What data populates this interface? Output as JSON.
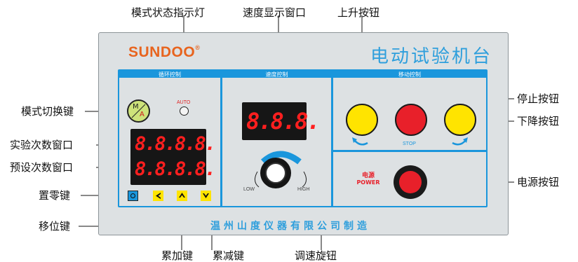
{
  "panel": {
    "brand": "SUNDOO",
    "brand_mark": "®",
    "title": "电动试验机台",
    "footer": "温州山度仪器有限公司制造"
  },
  "sections": {
    "cycle": "循环控制",
    "speed": "速度控制",
    "move": "移动控制"
  },
  "controls": {
    "mode_switch_letters": {
      "m": "M",
      "a": "A"
    },
    "auto_label": "AUTO",
    "count_display": "8.8.8.8.",
    "preset_display": "8.8.8.8.",
    "speed_display": "8.8.8.",
    "low_label": "LOW",
    "high_label": "HIGH",
    "stop_label": "STOP",
    "power_cn": "电源",
    "power_en": "POWER"
  },
  "callouts": {
    "mode_indicator": "模式状态指示灯",
    "speed_window": "速度显示窗口",
    "up_button": "上升按钮",
    "stop_button": "停止按钮",
    "down_button": "下降按钮",
    "mode_switch": "模式切换键",
    "count_window": "实验次数窗口",
    "preset_window": "预设次数窗口",
    "reset_key": "置零键",
    "shift_key": "移位键",
    "power_button": "电源按钮",
    "inc_key": "累加键",
    "dec_key": "累减键",
    "speed_knob": "调速旋钮"
  },
  "colors": {
    "brand": "#e8641e",
    "accent_blue": "#1a96dc",
    "display_red": "#ff1f1f",
    "button_yellow": "#ffe400",
    "button_red": "#e8202a"
  }
}
